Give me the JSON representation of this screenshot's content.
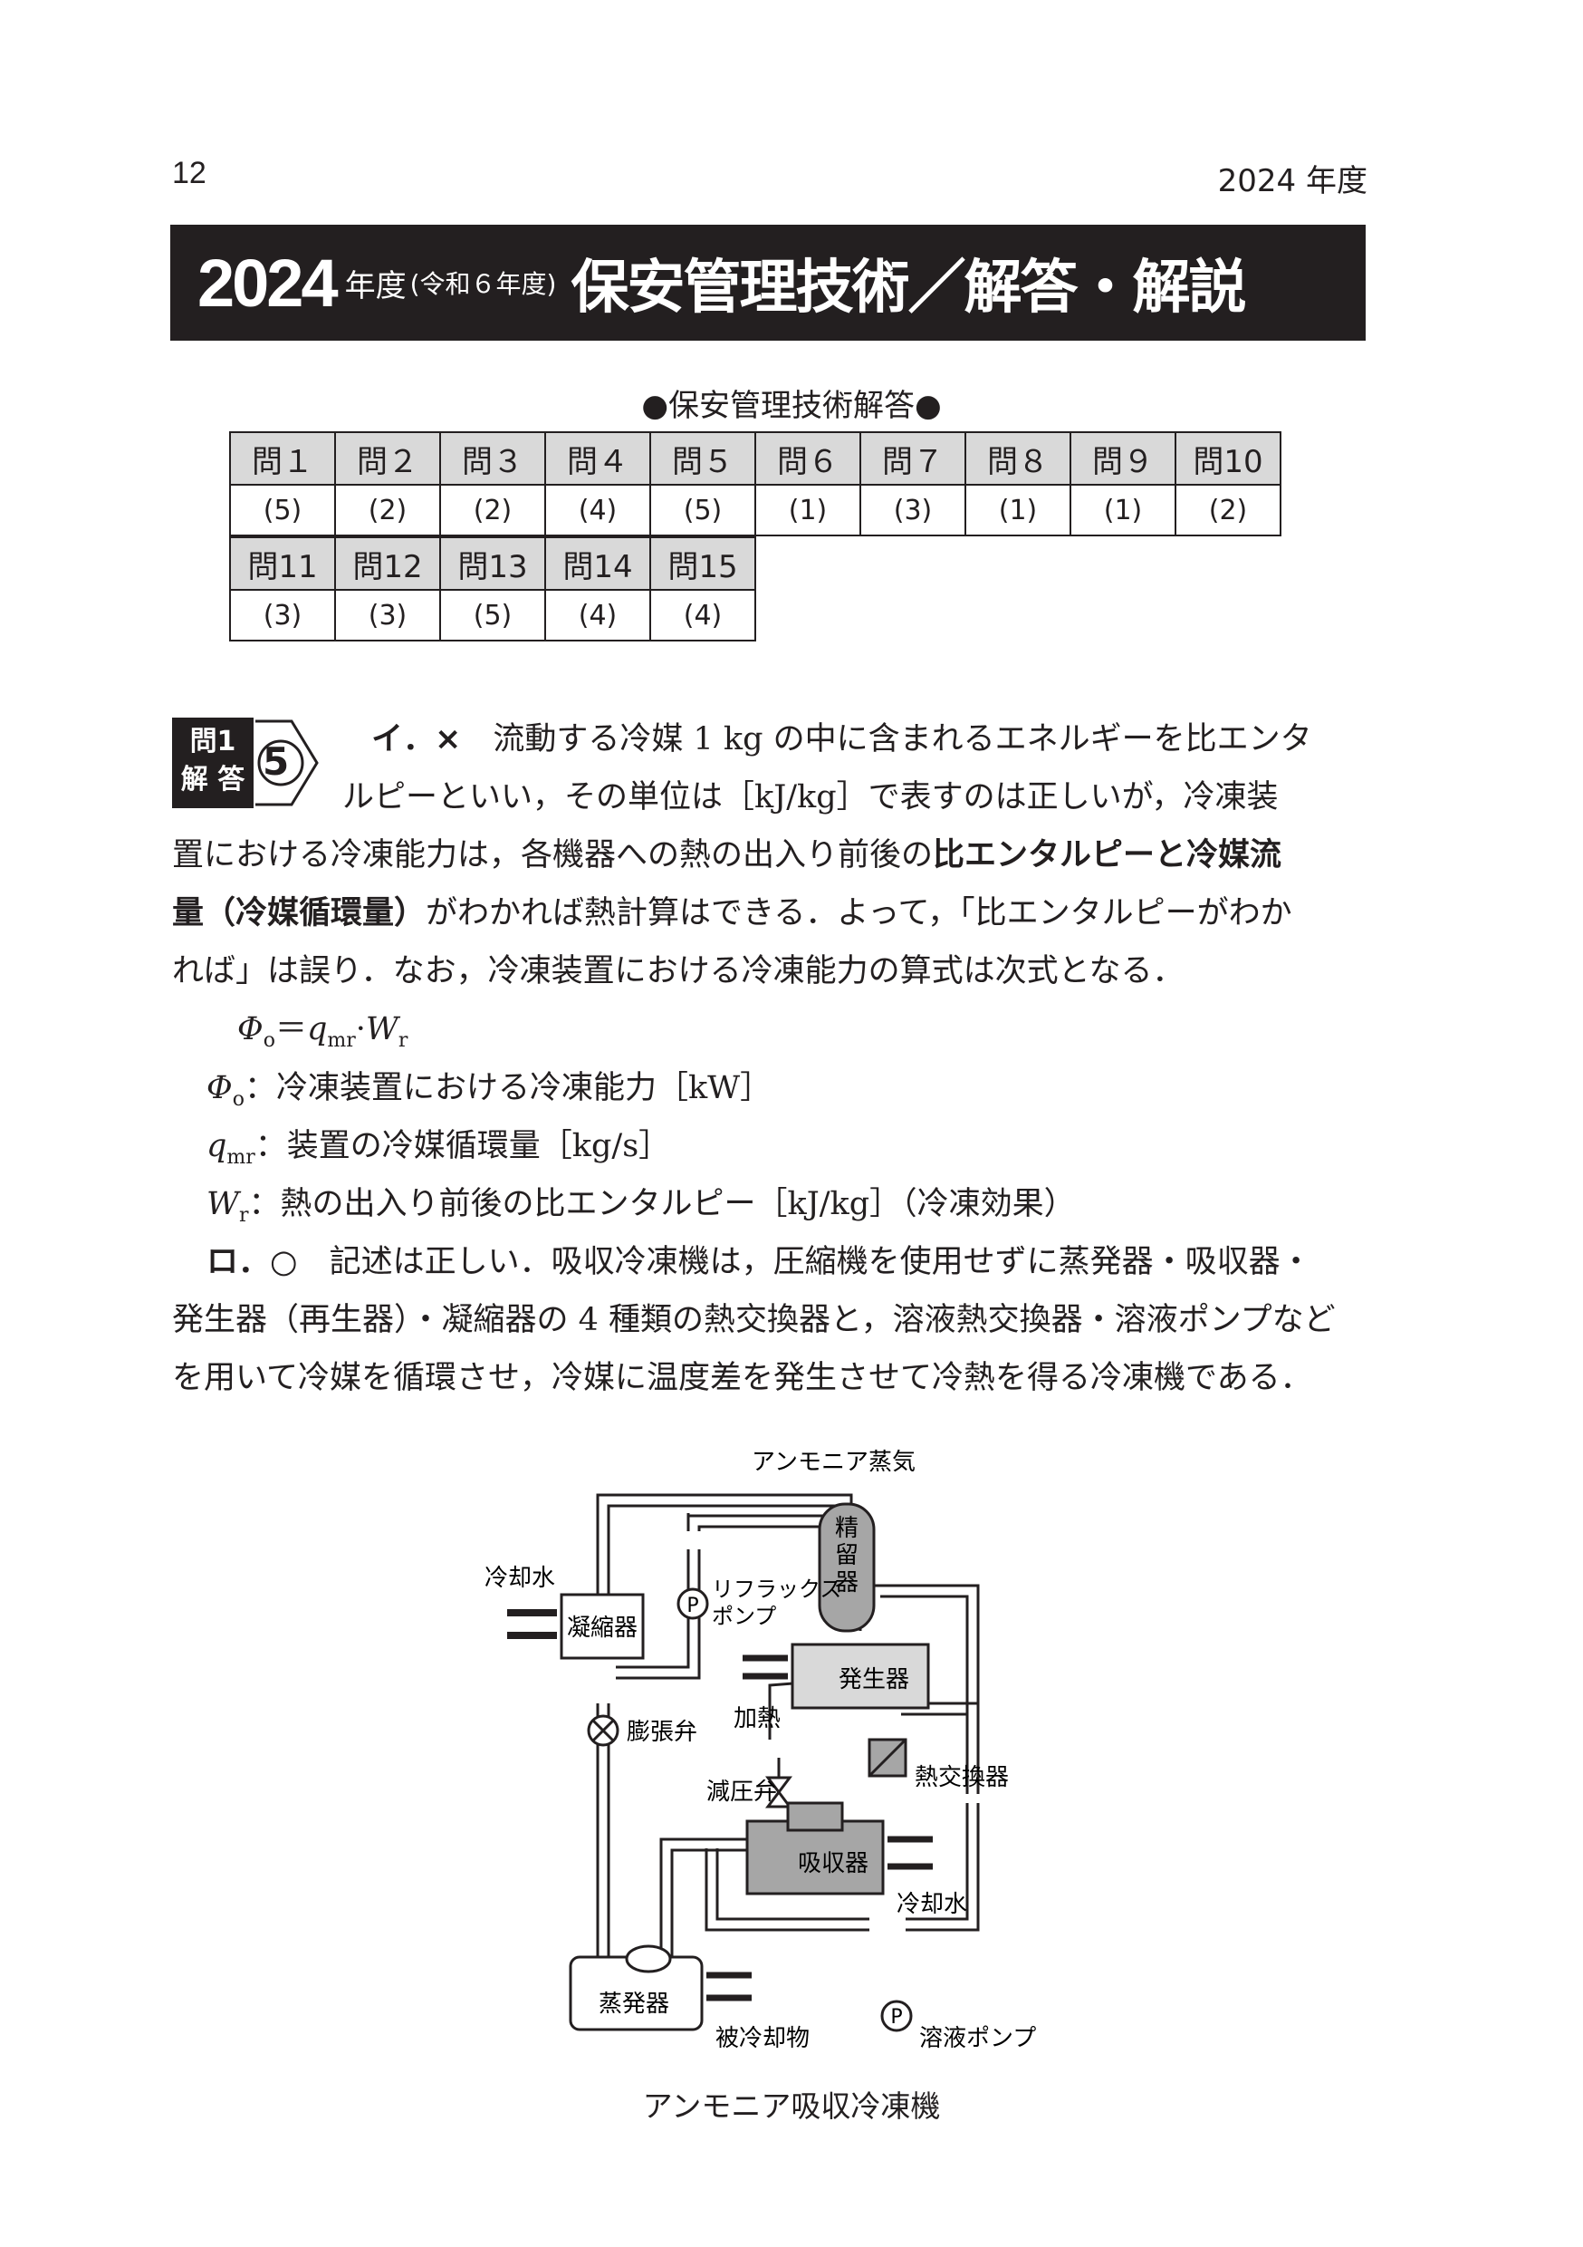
{
  "header": {
    "page_number": "12",
    "year": "2024 年度"
  },
  "title": {
    "year": "2024",
    "nendo": "年度",
    "reiwa": "(令和６年度)",
    "main": "保安管理技術／解答・解説"
  },
  "answers": {
    "heading": "●保安管理技術解答●",
    "row1": [
      {
        "q": "問１",
        "a": "(5)"
      },
      {
        "q": "問２",
        "a": "(2)"
      },
      {
        "q": "問３",
        "a": "(2)"
      },
      {
        "q": "問４",
        "a": "(4)"
      },
      {
        "q": "問５",
        "a": "(5)"
      },
      {
        "q": "問６",
        "a": "(1)"
      },
      {
        "q": "問７",
        "a": "(3)"
      },
      {
        "q": "問８",
        "a": "(1)"
      },
      {
        "q": "問９",
        "a": "(1)"
      },
      {
        "q": "問10",
        "a": "(2)"
      }
    ],
    "row2": [
      {
        "q": "問11",
        "a": "(3)"
      },
      {
        "q": "問12",
        "a": "(3)"
      },
      {
        "q": "問13",
        "a": "(5)"
      },
      {
        "q": "問14",
        "a": "(4)"
      },
      {
        "q": "問15",
        "a": "(4)"
      }
    ]
  },
  "q1": {
    "badge_line1": "問1",
    "badge_line2": "解 答",
    "badge_answer": "5",
    "i_mark": "イ．×",
    "l1": "流動する冷媒 1 kg の中に含まれるエネルギーを比エンタ",
    "l2": "ルピーといい，その単位は［kJ/kg］で表すのは正しいが，冷凍装",
    "l3a": "置における冷凍能力は，各機器への熱の出入り前後の",
    "l3b": "比エンタルピーと冷媒流",
    "l4a": "量（冷媒循環量）",
    "l4b": "がわかれば熱計算はできる．よって，「比エンタルピーがわか",
    "l5": "れば」は誤り．なお，冷凍装置における冷凍能力の算式は次式となる．",
    "f_main_phi": "Φ",
    "f_main_phi_sub": "o",
    "f_main_eq": "＝",
    "f_main_q": "q",
    "f_main_q_sub": "mr",
    "f_main_dot": "·",
    "f_main_w": "W",
    "f_main_w_sub": "r",
    "def1_sym": "Φ",
    "def1_sub": "o",
    "def1_text": "：冷凍装置における冷凍能力［kW］",
    "def2_sym": "q",
    "def2_sub": "mr",
    "def2_text": "：装置の冷媒循環量［kg/s］",
    "def3_sym": "W",
    "def3_sub": "r",
    "def3_text": "：熱の出入り前後の比エンタルピー［kJ/kg］（冷凍効果）",
    "ro_mark": "ロ．○",
    "ro1": "記述は正しい．吸収冷凍機は，圧縮機を使用せずに蒸発器・吸収器・",
    "ro2": "発生器（再生器）・凝縮器の 4 種類の熱交換器と，溶液熱交換器・溶液ポンプなど",
    "ro3": "を用いて冷媒を循環させ，冷媒に温度差を発生させて冷熱を得る冷凍機である．"
  },
  "diagram": {
    "ammonia_vapor": "アンモニア蒸気",
    "rectifier_1": "精",
    "rectifier_2": "留",
    "rectifier_3": "器",
    "cooling_water_top": "冷却水",
    "condenser": "凝縮器",
    "reflux_1": "リフラックス",
    "reflux_2": "ポンプ",
    "pump_p": "P",
    "generator": "発生器",
    "heating": "加熱",
    "expansion_valve": "膨張弁",
    "heat_exchanger": "熱交換器",
    "pressure_reducing_valve": "減圧弁",
    "absorber": "吸収器",
    "cooling_water_bottom": "冷却水",
    "evaporator": "蒸発器",
    "cooled_object": "被冷却物",
    "solution_pump": "溶液ポンプ",
    "caption": "アンモニア吸収冷凍機"
  }
}
